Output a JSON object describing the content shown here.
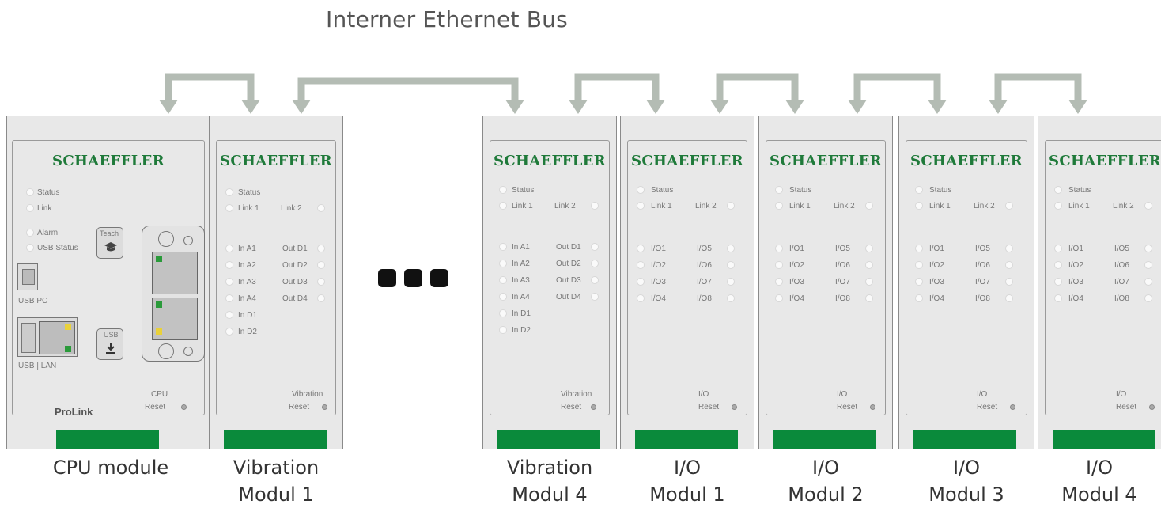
{
  "title": "Interner Ethernet Bus",
  "brand": "SCHAEFFLER",
  "cpu": {
    "labels": [
      "Status",
      "Link",
      "Alarm",
      "USB Status"
    ],
    "teach": "Teach",
    "usb": "USB",
    "usb_pc": "USB PC",
    "usb_lan": "USB | LAN",
    "reset": [
      "CPU",
      "Reset"
    ],
    "product": "ProLink"
  },
  "vibration": {
    "status": "Status",
    "link1": "Link 1",
    "link2": "Link 2",
    "inputs": [
      "In A1",
      "In A2",
      "In A3",
      "In A4",
      "In D1",
      "In D2"
    ],
    "outputs": [
      "Out D1",
      "Out D2",
      "Out D3",
      "Out D4"
    ],
    "reset": [
      "Vibration",
      "Reset"
    ]
  },
  "io": {
    "status": "Status",
    "link1": "Link 1",
    "link2": "Link 2",
    "left": [
      "I/O1",
      "I/O2",
      "I/O3",
      "I/O4"
    ],
    "right": [
      "I/O5",
      "I/O6",
      "I/O7",
      "I/O8"
    ],
    "reset": [
      "I/O",
      "Reset"
    ]
  },
  "captions": [
    [
      "CPU module",
      ""
    ],
    [
      "Vibration",
      "Modul 1"
    ],
    [
      "Vibration",
      "Modul 4"
    ],
    [
      "I/O",
      "Modul 1"
    ],
    [
      "I/O",
      "Modul 2"
    ],
    [
      "I/O",
      "Modul 3"
    ],
    [
      "I/O",
      "Modul 4"
    ]
  ],
  "colors": {
    "bus": "#b4bcb4",
    "brand": "#1f7a3a",
    "terminal": "#0a8a3b",
    "housing": "#e8e8e8"
  }
}
